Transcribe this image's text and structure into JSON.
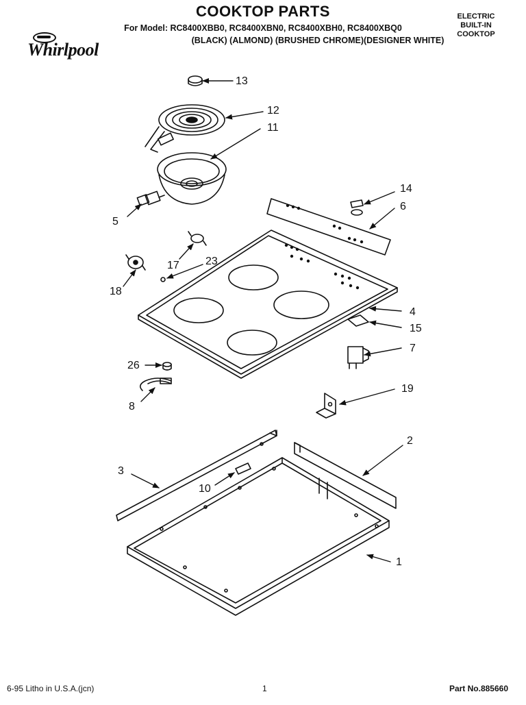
{
  "header": {
    "title": "COOKTOP PARTS",
    "models_line": "For Model: RC8400XBB0, RC8400XBN0, RC8400XBH0, RC8400XBQ0",
    "finish_line": "(BLACK)    (ALMOND)  (BRUSHED CHROME)(DESIGNER WHITE)",
    "product_type": [
      "ELECTRIC",
      "BUILT-IN",
      "COOKTOP"
    ]
  },
  "logo": {
    "text": "Whirlpool"
  },
  "callouts": [
    "13",
    "12",
    "11",
    "5",
    "14",
    "6",
    "17",
    "23",
    "18",
    "4",
    "15",
    "7",
    "26",
    "8",
    "19",
    "2",
    "3",
    "10",
    "1"
  ],
  "footer": {
    "left": "6-95  Litho in U.S.A.(jcn)",
    "page": "1",
    "part_no": "Part No.885660"
  }
}
